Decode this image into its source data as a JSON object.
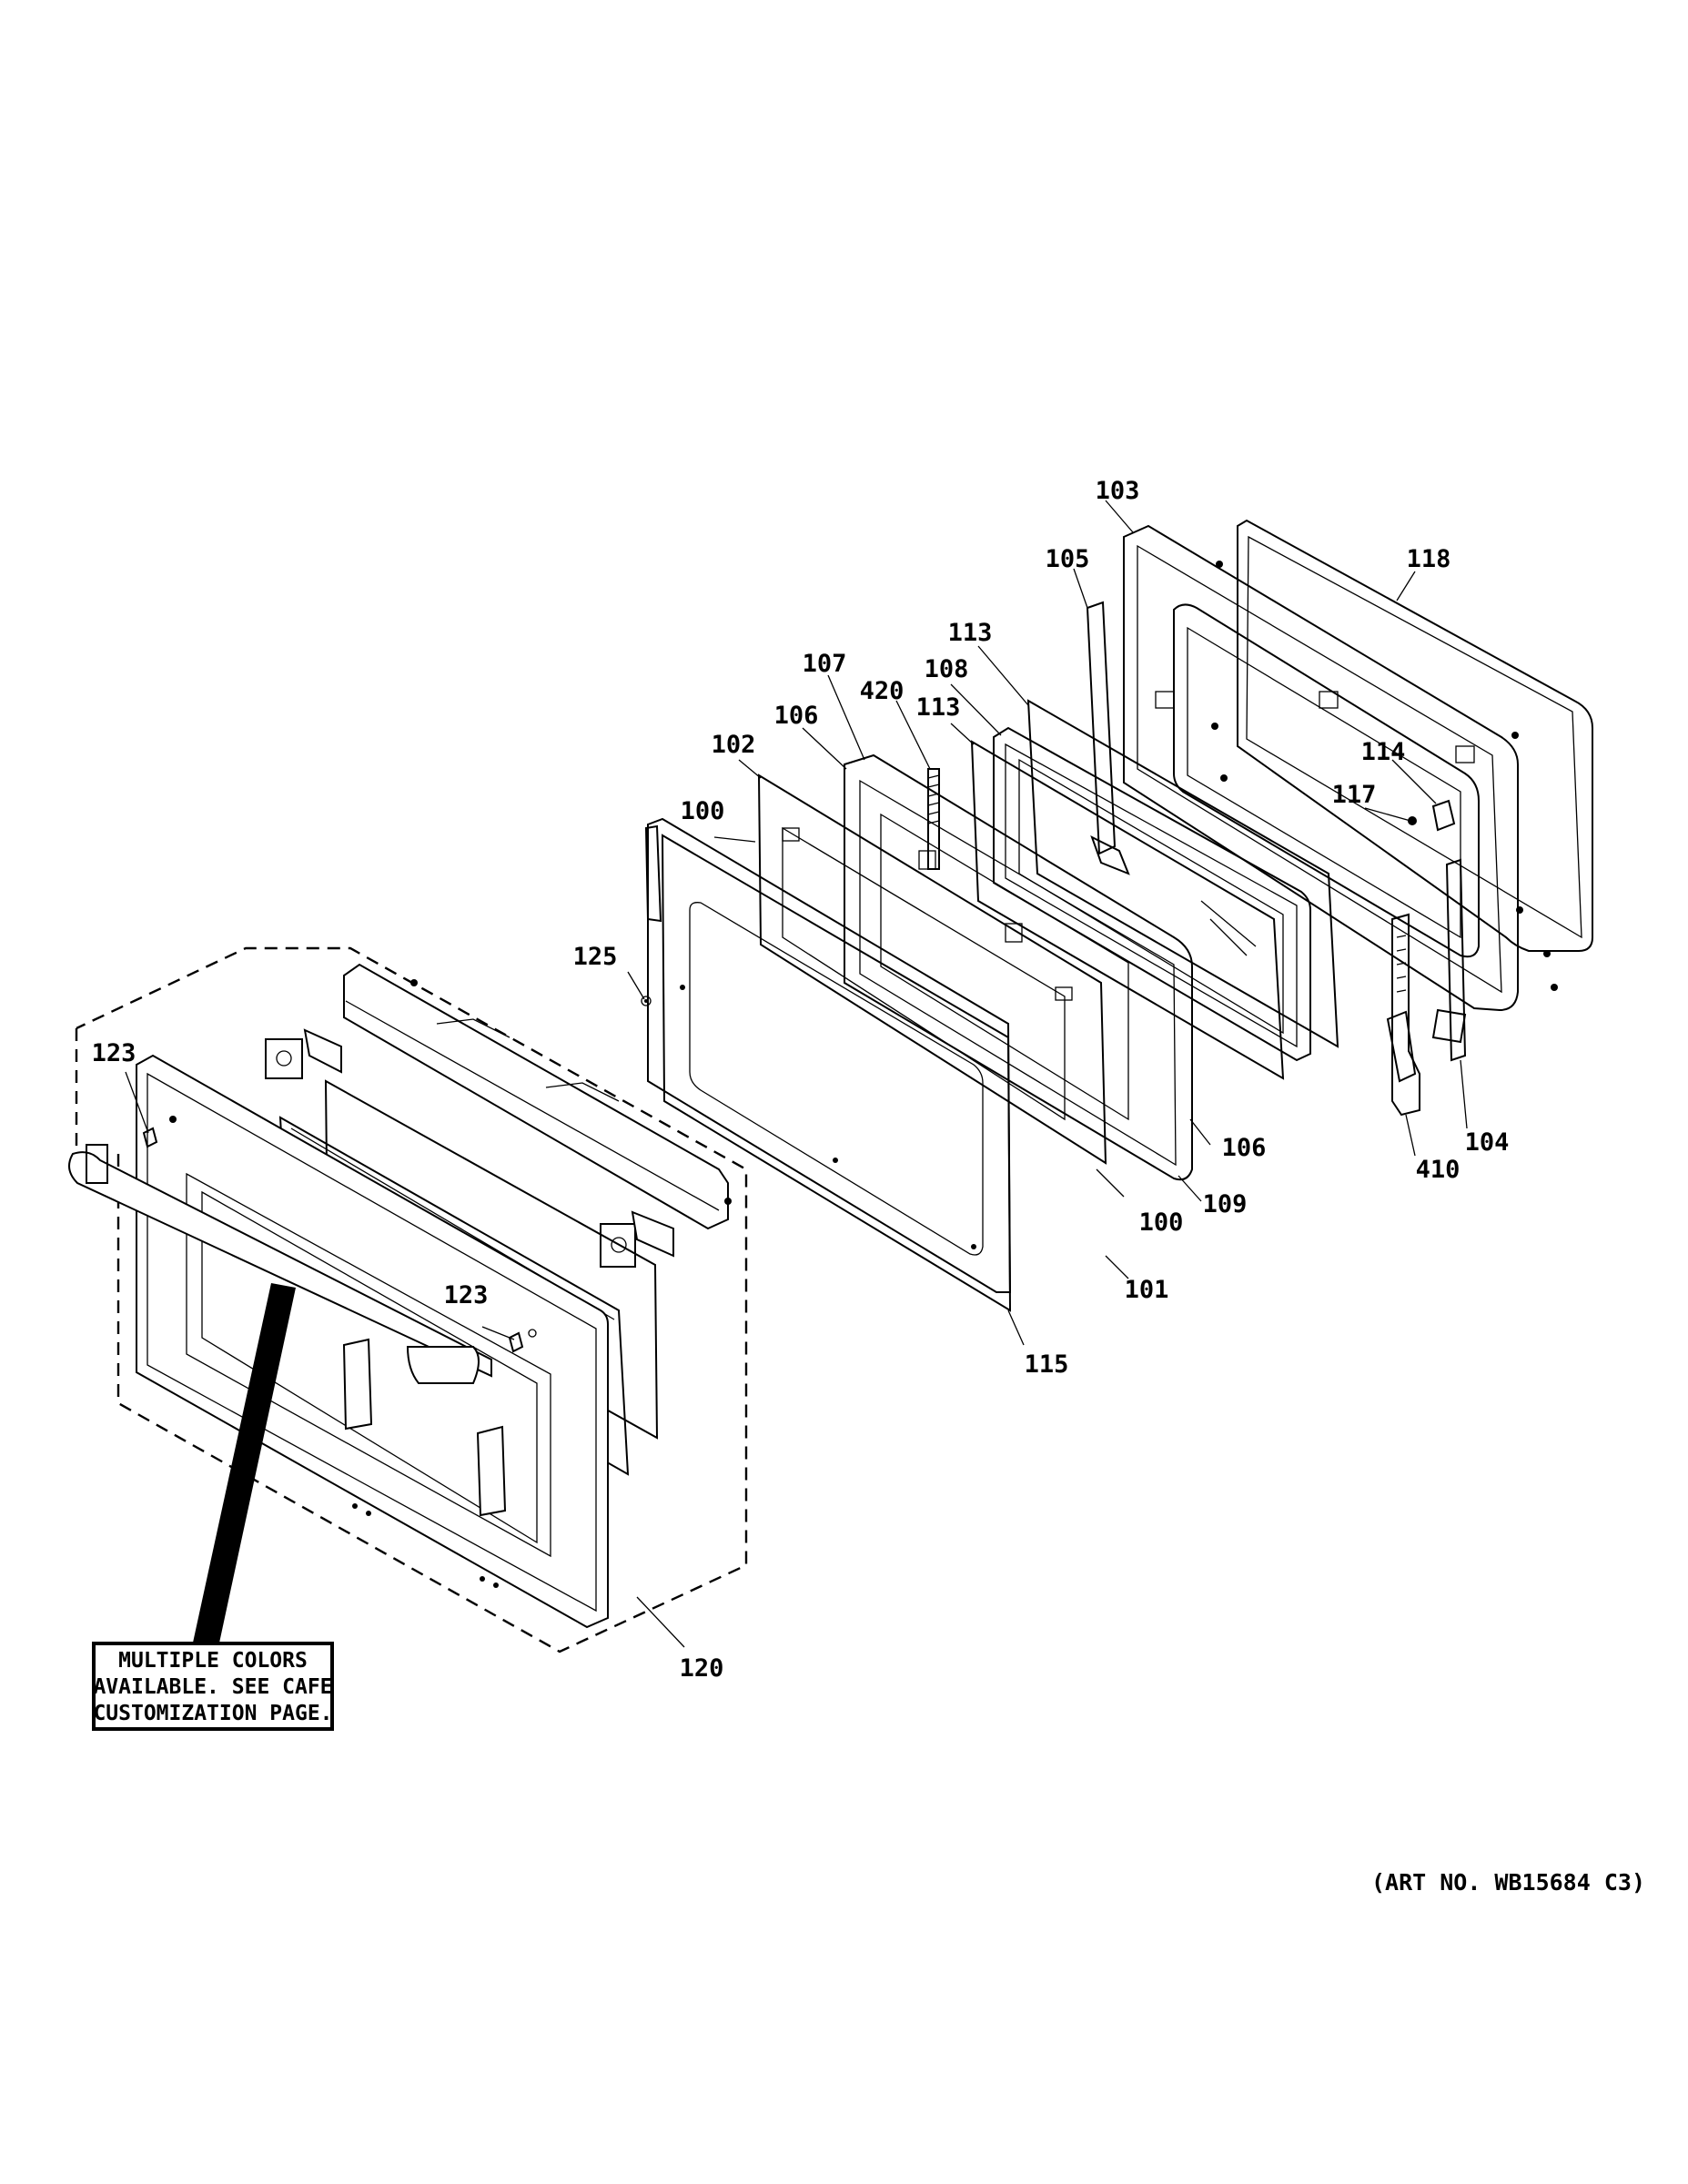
{
  "labels": {
    "p103": "103",
    "p118": "118",
    "p105": "105",
    "p113a": "113",
    "p107": "107",
    "p108": "108",
    "p420": "420",
    "p113b": "113",
    "p106a": "106",
    "p102": "102",
    "p114": "114",
    "p117": "117",
    "p100a": "100",
    "p125": "125",
    "p123a": "123",
    "p106b": "106",
    "p104": "104",
    "p410": "410",
    "p109": "109",
    "p100b": "100",
    "p123b": "123",
    "p101": "101",
    "p115": "115",
    "p120": "120"
  },
  "callout": {
    "line1": "MULTIPLE COLORS",
    "line2": "AVAILABLE. SEE CAFE",
    "line3": "CUSTOMIZATION PAGE."
  },
  "art_number": "(ART NO. WB15684 C3)"
}
